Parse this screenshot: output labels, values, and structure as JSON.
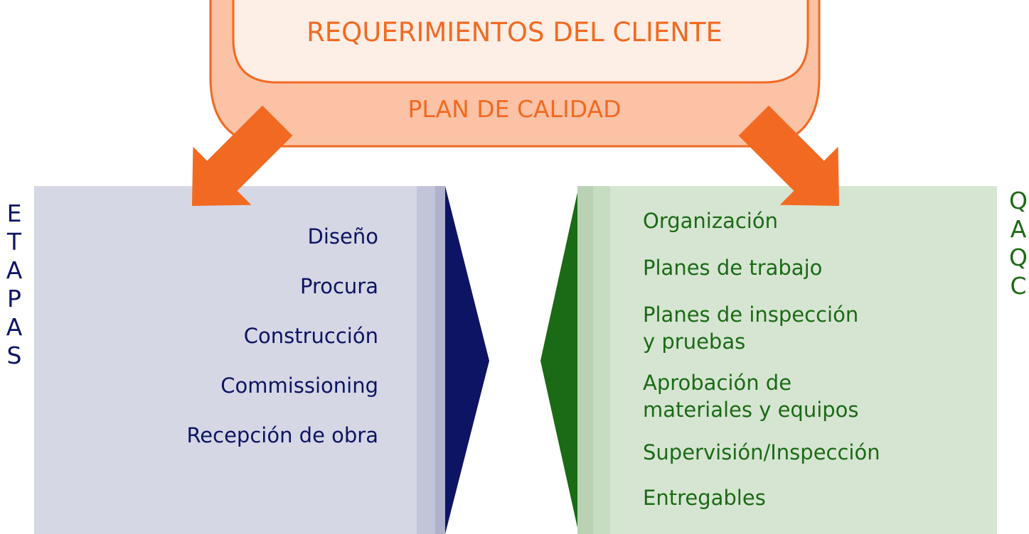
{
  "header": {
    "title": "REQUERIMIENTOS DEL CLIENTE",
    "subtitle": "PLAN DE CALIDAD"
  },
  "left_panel": {
    "vertical_label": [
      "E",
      "T",
      "A",
      "P",
      "A",
      "S"
    ],
    "items": [
      "Diseño",
      "Procura",
      "Construcción",
      "Commissioning",
      "Recepción de obra"
    ]
  },
  "right_panel": {
    "vertical_label": [
      "Q",
      "A",
      "Q",
      "C"
    ],
    "items": [
      [
        "Organización"
      ],
      [
        "Planes de trabajo"
      ],
      [
        "Planes de inspección",
        "y pruebas"
      ],
      [
        "Aprobación de",
        "materiales y equipos"
      ],
      [
        "Supervisión/Inspección"
      ],
      [
        "Entregables"
      ]
    ]
  },
  "colors": {
    "orange_accent": "#f26a21",
    "orange_fill": "#fbc2a6",
    "inner_fill": "#fdeee6",
    "left_panel_fill": "#d5d7e5",
    "left_arrow": "#0c1463",
    "right_panel_fill": "#d6e5d2",
    "right_arrow": "#1b6a15"
  },
  "icons": [
    "arrow-down-left-icon",
    "arrow-down-right-icon"
  ]
}
